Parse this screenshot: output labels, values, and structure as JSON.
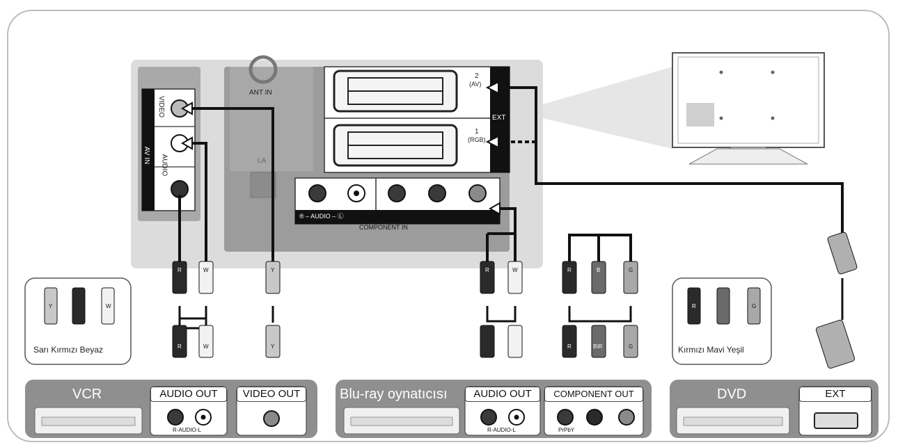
{
  "tv_panel": {
    "ant_in": "ANT IN",
    "lan": "LA",
    "av_in": "AV IN",
    "video": "VIDEO",
    "audio": "AUDIO",
    "audio_r": "R",
    "audio_l": "L",
    "ext_label": "EXT",
    "ext2_num": "2",
    "ext2_name": "(AV)",
    "ext1_num": "1",
    "ext1_name": "(RGB)",
    "component_audio": "® – AUDIO – Ⓛ",
    "component_in": "COMPONENT IN"
  },
  "legends": {
    "left_text": "Sarı Kırmızı Beyaz",
    "right_text": "Kırmızı Mavi Yeşil"
  },
  "plug_letters": {
    "r": "R",
    "w": "W",
    "y": "Y",
    "b": "B",
    "g": "G",
    "br_flip": "B\\R"
  },
  "devices": {
    "vcr": {
      "name": "VCR",
      "audio_out": "AUDIO OUT",
      "video_out": "VIDEO OUT",
      "audio_sub": "R-AUDIO-L"
    },
    "bluray": {
      "name": "Blu-ray oynatıcısı",
      "audio_out": "AUDIO OUT",
      "component_out": "COMPONENT OUT",
      "audio_sub": "R-AUDIO-L",
      "comp_sub": "PrPbY"
    },
    "dvd": {
      "name": "DVD",
      "ext": "EXT"
    }
  },
  "colors": {
    "panel_gray": "#d9d9d9",
    "dark_gray": "#9a9a9a",
    "device_bar": "#8f8f8f",
    "cable": "#111111"
  }
}
